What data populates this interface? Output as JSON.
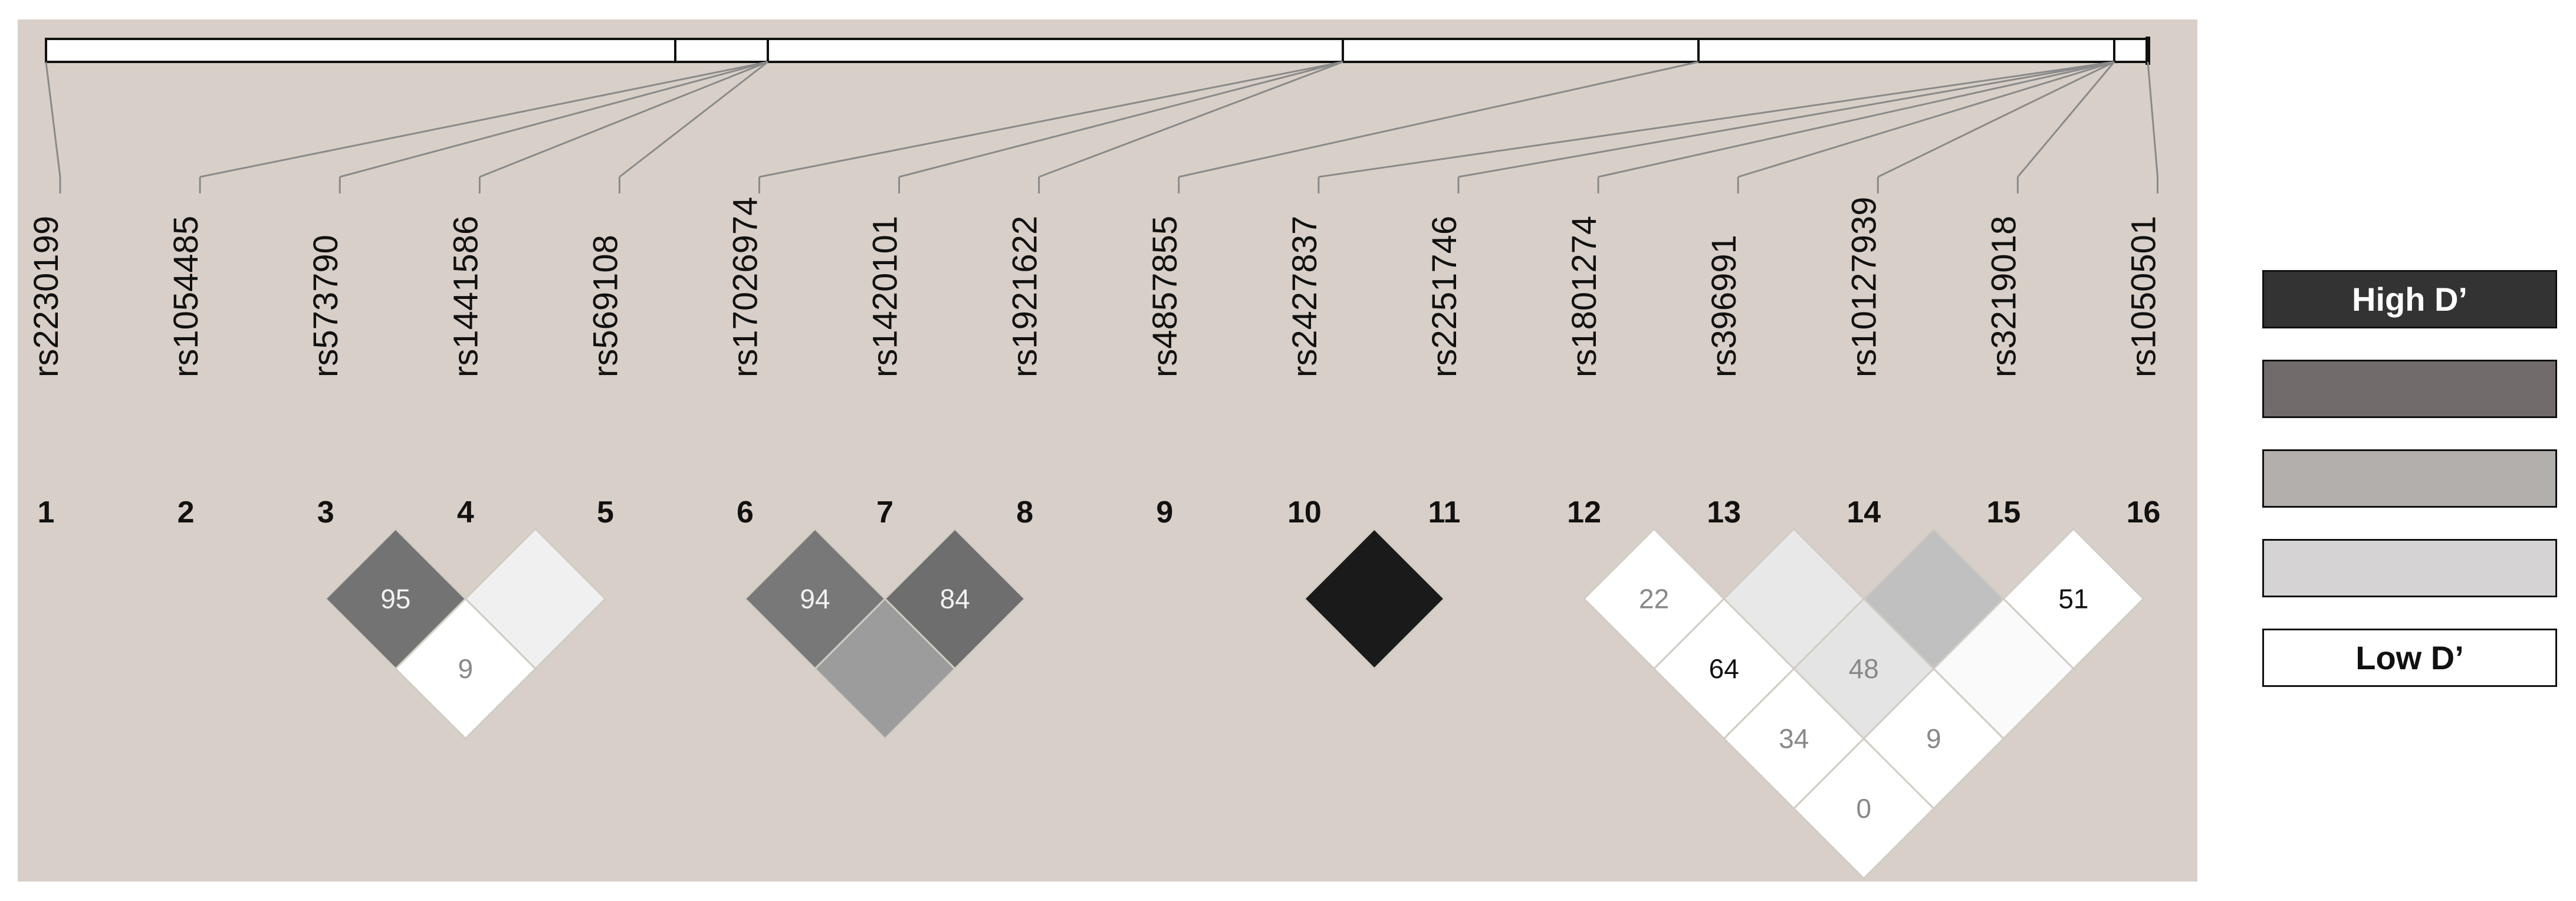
{
  "snps": [
    {
      "index": "1",
      "name": "rs2230199"
    },
    {
      "index": "2",
      "name": "rs1054485"
    },
    {
      "index": "3",
      "name": "rs573790"
    },
    {
      "index": "4",
      "name": "rs1441586"
    },
    {
      "index": "5",
      "name": "rs569108"
    },
    {
      "index": "6",
      "name": "rs17026974"
    },
    {
      "index": "7",
      "name": "rs1420101"
    },
    {
      "index": "8",
      "name": "rs1921622"
    },
    {
      "index": "9",
      "name": "rs4857855"
    },
    {
      "index": "10",
      "name": "rs2427837"
    },
    {
      "index": "11",
      "name": "rs2251746"
    },
    {
      "index": "12",
      "name": "rs1801274"
    },
    {
      "index": "13",
      "name": "rs396991"
    },
    {
      "index": "14",
      "name": "rs10127939"
    },
    {
      "index": "15",
      "name": "rs3219018"
    },
    {
      "index": "16",
      "name": "rs1050501"
    }
  ],
  "ld_cells": [
    {
      "i": 3,
      "j": 4,
      "value": "95",
      "fill": "#737373",
      "text_color": "#f2f2f2"
    },
    {
      "i": 4,
      "j": 5,
      "value": "",
      "fill": "#f0f0f0",
      "text_color": "#555555"
    },
    {
      "i": 3,
      "j": 5,
      "value": "9",
      "fill": "#ffffff",
      "text_color": "#888888"
    },
    {
      "i": 6,
      "j": 7,
      "value": "94",
      "fill": "#787878",
      "text_color": "#f2f2f2"
    },
    {
      "i": 7,
      "j": 8,
      "value": "84",
      "fill": "#6e6e6e",
      "text_color": "#f2f2f2"
    },
    {
      "i": 6,
      "j": 8,
      "value": "",
      "fill": "#9c9c9c",
      "text_color": "#f2f2f2"
    },
    {
      "i": 10,
      "j": 11,
      "value": "",
      "fill": "#1a1a1a",
      "text_color": "#ffffff"
    },
    {
      "i": 12,
      "j": 13,
      "value": "22",
      "fill": "#ffffff",
      "text_color": "#888888"
    },
    {
      "i": 13,
      "j": 14,
      "value": "",
      "fill": "#e8e8e8",
      "text_color": "#555555"
    },
    {
      "i": 14,
      "j": 15,
      "value": "",
      "fill": "#c0c0c0",
      "text_color": "#555555"
    },
    {
      "i": 15,
      "j": 16,
      "value": "51",
      "fill": "#ffffff",
      "text_color": "#111111"
    },
    {
      "i": 12,
      "j": 14,
      "value": "64",
      "fill": "#ffffff",
      "text_color": "#111111"
    },
    {
      "i": 13,
      "j": 15,
      "value": "48",
      "fill": "#e4e4e4",
      "text_color": "#888888"
    },
    {
      "i": 14,
      "j": 16,
      "value": "",
      "fill": "#fafafa",
      "text_color": "#555555"
    },
    {
      "i": 12,
      "j": 15,
      "value": "34",
      "fill": "#ffffff",
      "text_color": "#888888"
    },
    {
      "i": 13,
      "j": 16,
      "value": "9",
      "fill": "#ffffff",
      "text_color": "#888888"
    },
    {
      "i": 12,
      "j": 16,
      "value": "0",
      "fill": "#ffffff",
      "text_color": "#888888"
    }
  ],
  "legend": [
    {
      "label": "High D’",
      "fill": "#333333",
      "text_color": "#ffffff"
    },
    {
      "label": "",
      "fill": "#716b6b",
      "text_color": "#ffffff"
    },
    {
      "label": "",
      "fill": "#b3afac",
      "text_color": "#111111"
    },
    {
      "label": "",
      "fill": "#d5d3d3",
      "text_color": "#111111"
    },
    {
      "label": "Low D’",
      "fill": "#ffffff",
      "text_color": "#111111"
    }
  ],
  "colors": {
    "panel_background": "#d8d0c8",
    "cell_border": "#d0ccc4",
    "tick_line": "#8a8a8a"
  }
}
